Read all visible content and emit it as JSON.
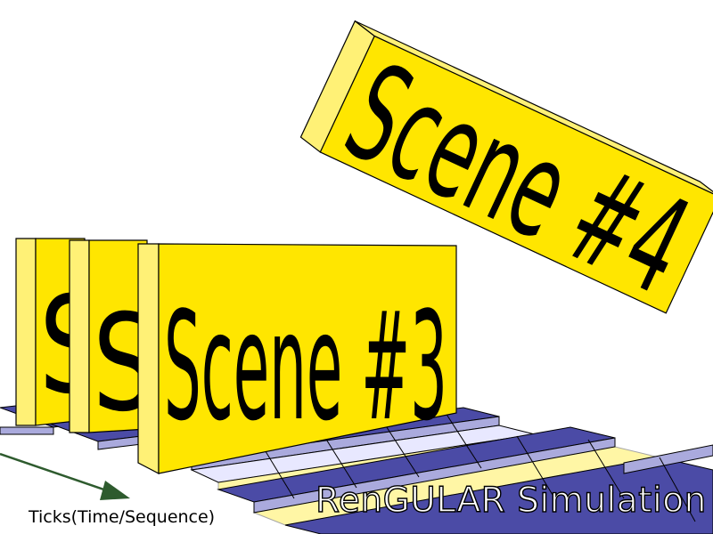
{
  "colors": {
    "card_front": "#ffe600",
    "card_side": "#fff176",
    "card_edge": "#000000",
    "track_strip": "#4b4ba6",
    "track_side": "#aaaadd",
    "track_highlight": "#e8e8ff",
    "arrow": "#2e5b2e"
  },
  "diagram": {
    "scene_partial_1": "S",
    "scene_partial_2": "S",
    "scene_main": "Scene #3",
    "scene_flying": "Scene #4",
    "axis_label": "Ticks(Time/Sequence)",
    "title": "RenGULAR Simulation"
  }
}
